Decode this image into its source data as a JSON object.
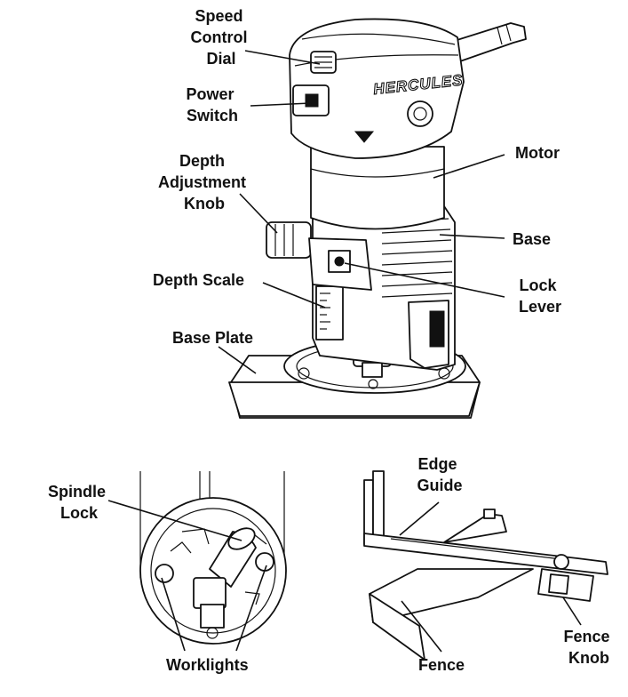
{
  "labels": {
    "speed_control_dial": [
      "Speed",
      "Control",
      "Dial"
    ],
    "power_switch": [
      "Power",
      "Switch"
    ],
    "motor": "Motor",
    "depth_adjustment_knob": [
      "Depth",
      "Adjustment",
      "Knob"
    ],
    "base": "Base",
    "depth_scale": "Depth Scale",
    "lock_lever": [
      "Lock",
      "Lever"
    ],
    "base_plate": "Base Plate",
    "spindle_lock": [
      "Spindle",
      "Lock"
    ],
    "worklights": "Worklights",
    "edge_guide": [
      "Edge",
      "Guide"
    ],
    "fence": "Fence",
    "fence_knob": [
      "Fence",
      "Knob"
    ]
  },
  "brand_logo": "HERCULES"
}
